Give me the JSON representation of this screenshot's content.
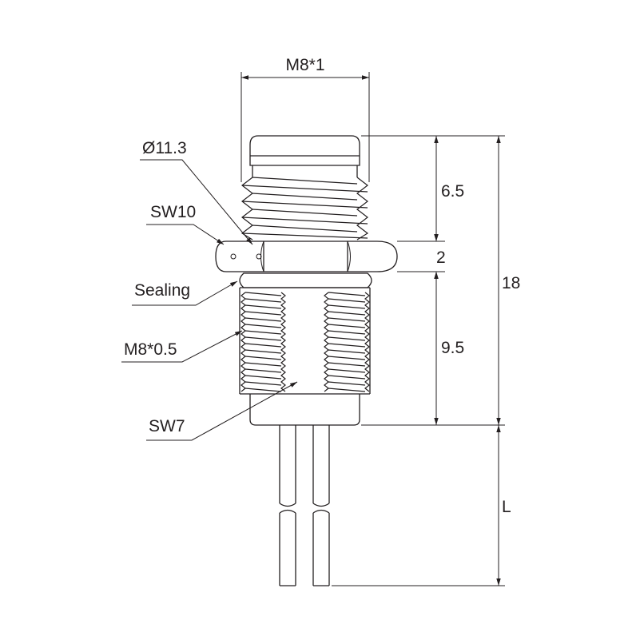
{
  "callouts": {
    "thread_top": "M8*1",
    "flange_diameter": "Ø11.3",
    "nut_wrench": "SW10",
    "sealing": "Sealing",
    "thread_bottom": "M8*0.5",
    "body_wrench": "SW7"
  },
  "dimensions": {
    "top_height": "6.5",
    "nut_height": "2",
    "thread_height": "9.5",
    "total_height": "18",
    "wire_length": "L"
  },
  "colors": {
    "line": "#231f20",
    "background": "#ffffff"
  }
}
